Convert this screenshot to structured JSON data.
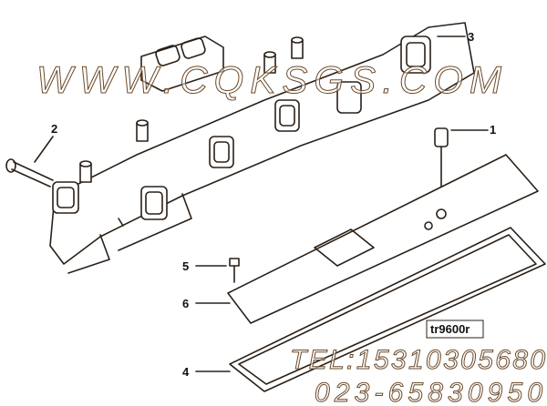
{
  "diagram": {
    "callouts": [
      "1",
      "2",
      "3",
      "4",
      "5",
      "6"
    ],
    "figure_code": "tr9600r"
  },
  "watermarks": {
    "website": "WWW.CQKSGS.COM",
    "tel": "TEL:15310305680",
    "phone": "023-65830950"
  },
  "colors": {
    "line": "#2a2018",
    "watermark_outline": "#6b4a2a"
  }
}
